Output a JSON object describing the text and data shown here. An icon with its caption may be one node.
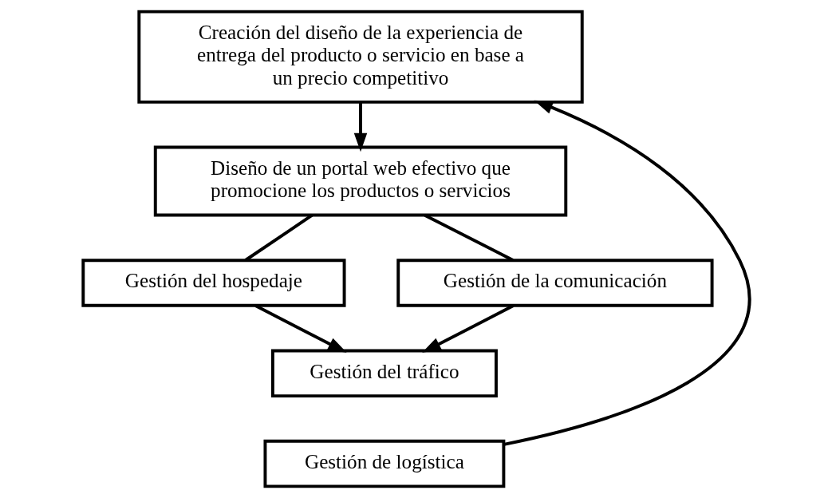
{
  "diagram": {
    "nodes": [
      {
        "text": [
          "Creación del diseño de la experiencia de entrega del producto o servicio en base a un precio competitivo"
        ]
      },
      {
        "text": [
          "Diseño de un portal web efectivo que promocione los productos o servicios"
        ]
      },
      {
        "text": [
          "Gestión del hospedaje"
        ]
      },
      {
        "text": [
          "Gestión de la comunicación"
        ]
      },
      {
        "text": [
          "Gestión del tráfico"
        ]
      },
      {
        "text": [
          "Gestión de logística"
        ]
      }
    ],
    "edges": [
      {
        "from": 0,
        "to": 1,
        "arrow": "to"
      },
      {
        "from": 1,
        "to": 2,
        "arrow": "none"
      },
      {
        "from": 1,
        "to": 3,
        "arrow": "none"
      },
      {
        "from": 2,
        "to": 4,
        "arrow": "to"
      },
      {
        "from": 3,
        "to": 4,
        "arrow": "to"
      },
      {
        "from": 5,
        "to": 0,
        "arrow": "to"
      }
    ]
  }
}
